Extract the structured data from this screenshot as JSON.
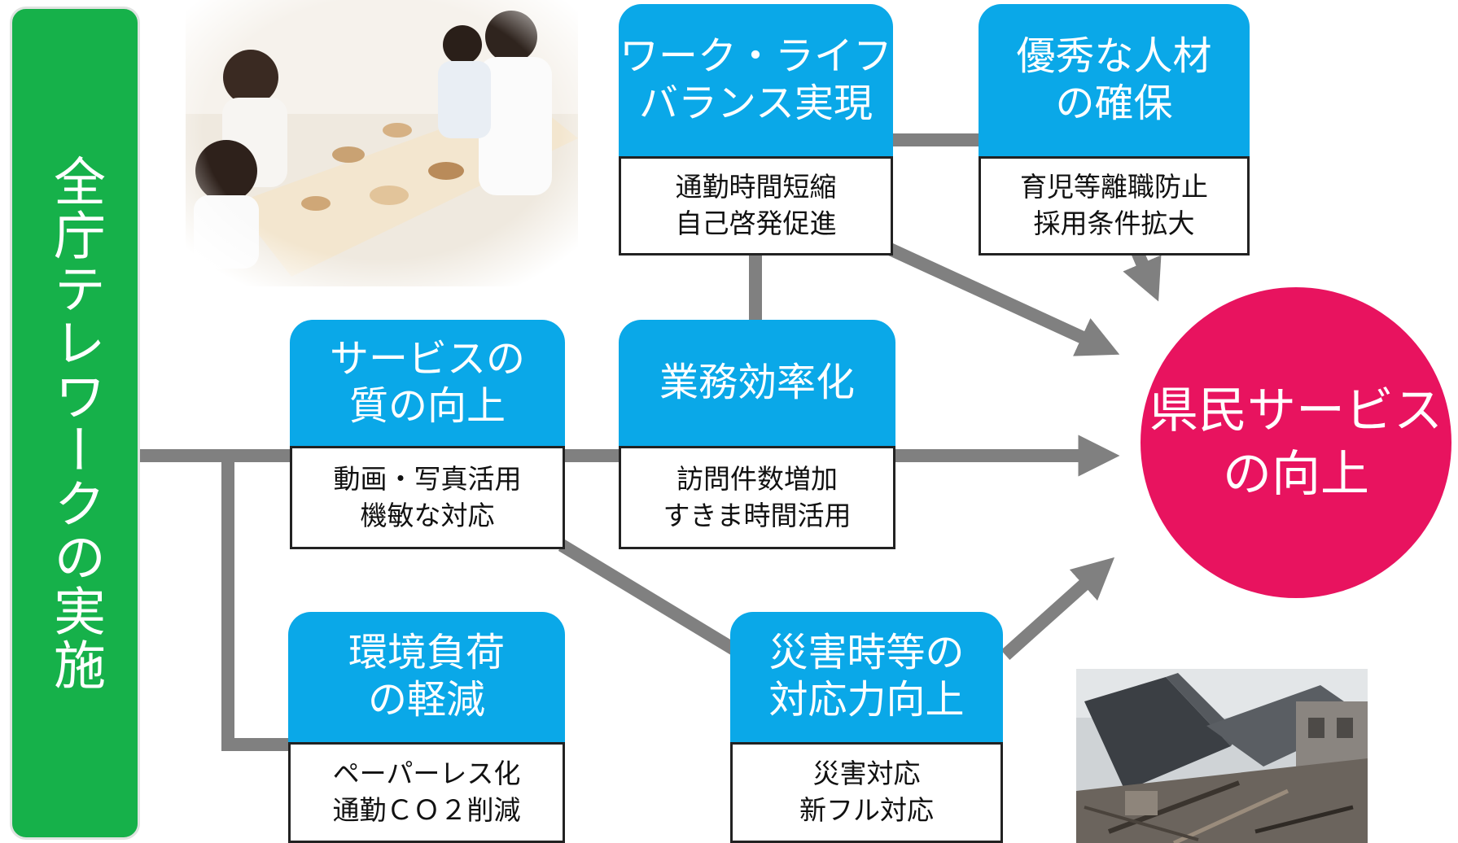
{
  "left_bar": {
    "label": "全庁テレワークの実施"
  },
  "goal": {
    "label": "県民サービス\nの向上"
  },
  "nodes": [
    {
      "id": "work-life-balance",
      "title": "ワーク・ライフ\nバランス実現",
      "detail": "通勤時間短縮\n自己啓発促進"
    },
    {
      "id": "talent-retention",
      "title": "優秀な人材\nの確保",
      "detail": "育児等離職防止\n採用条件拡大"
    },
    {
      "id": "service-quality",
      "title": "サービスの\n質の向上",
      "detail": "動画・写真活用\n機敏な対応"
    },
    {
      "id": "work-efficiency",
      "title": "業務効率化",
      "detail": "訪問件数増加\nすきま時間活用"
    },
    {
      "id": "environment",
      "title": "環境負荷\nの軽減",
      "detail": "ペーパーレス化\n通勤ＣＯ２削減"
    },
    {
      "id": "disaster-response",
      "title": "災害時等の\n対応力向上",
      "detail": "災害対応\n新フル対応"
    }
  ],
  "colors": {
    "left_bar": "#16b14a",
    "node_header": "#0aa8e8",
    "goal": "#e8135f",
    "connector": "#808080"
  },
  "photos": [
    {
      "id": "family-meal-photo"
    },
    {
      "id": "collapsed-house-photo"
    }
  ]
}
